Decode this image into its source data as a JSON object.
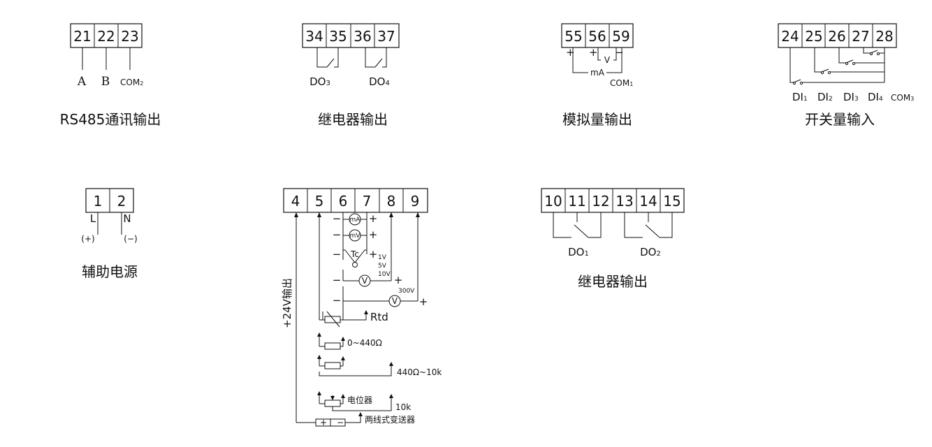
{
  "blocks": {
    "rs485": {
      "terminals": [
        "21",
        "22",
        "23"
      ],
      "labels": [
        "A",
        "B",
        "COM",
        "2"
      ],
      "title": "RS485通讯输出"
    },
    "relay_a": {
      "terminals": [
        "34",
        "35",
        "36",
        "37"
      ],
      "labels": [
        "DO",
        "3",
        "DO",
        "4"
      ],
      "title": "继电器输出"
    },
    "analog": {
      "terminals": [
        "55",
        "56",
        "59"
      ],
      "labels": [
        "+",
        "+",
        "V",
        "−",
        "mA",
        "COM",
        "1"
      ],
      "title": "模拟量输出"
    },
    "switch_in": {
      "terminals": [
        "24",
        "25",
        "26",
        "27",
        "28"
      ],
      "labels": [
        "DI",
        "1",
        "DI",
        "2",
        "DI",
        "3",
        "DI",
        "4",
        "COM",
        "3"
      ],
      "title": "开关量输入"
    },
    "power": {
      "terminals": [
        "1",
        "2"
      ],
      "labels": [
        "L",
        "N",
        "(+)",
        "(−)"
      ],
      "title": "辅助电源"
    },
    "input": {
      "terminals": [
        "4",
        "5",
        "6",
        "7",
        "8",
        "9"
      ],
      "side_label": "+24V输出",
      "labels": [
        "mA",
        "mV",
        "Tc",
        "1V",
        "5V",
        "10V",
        "V",
        "V",
        "300V",
        "Rtd",
        "0~440Ω",
        "440Ω~10k",
        "电位器",
        "10k",
        "两线式变送器",
        "+",
        "−"
      ]
    },
    "relay_b": {
      "terminals": [
        "10",
        "11",
        "12",
        "13",
        "14",
        "15"
      ],
      "labels": [
        "DO",
        "1",
        "DO",
        "2"
      ],
      "title": "继电器输出"
    }
  }
}
